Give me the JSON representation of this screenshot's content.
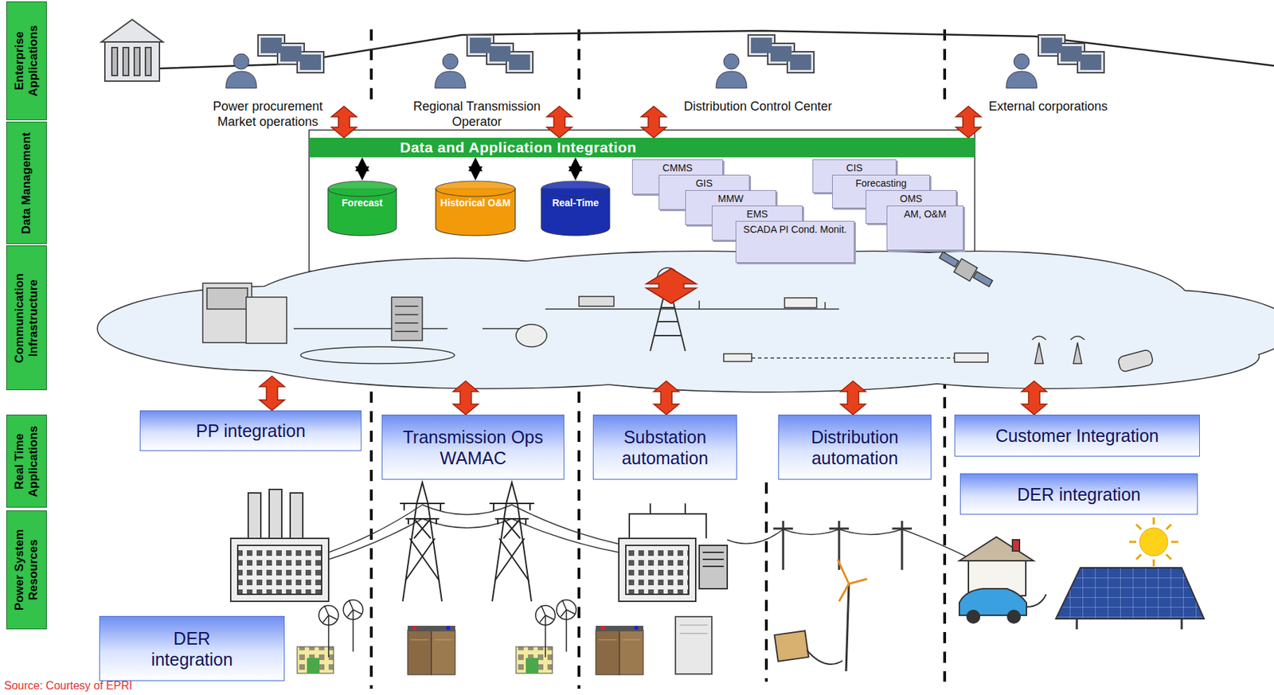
{
  "diagram": {
    "nodes": [
      {
        "text": [
          "Enterprise Applications"
        ]
      },
      {
        "text": [
          "Data Management"
        ]
      },
      {
        "text": [
          "Communication Infrastructure"
        ]
      },
      {
        "text": [
          "Real Time Applications"
        ]
      },
      {
        "text": [
          "Power System Resources"
        ]
      },
      {
        "text": [
          "Data and Application Integration"
        ]
      },
      {
        "text": [
          "Forecast"
        ]
      },
      {
        "text": [
          "Historical O&M"
        ]
      },
      {
        "text": [
          "Real-Time"
        ]
      },
      {
        "text": [
          "CMMS"
        ]
      },
      {
        "text": [
          "GIS"
        ]
      },
      {
        "text": [
          "MMW"
        ]
      },
      {
        "text": [
          "EMS"
        ]
      },
      {
        "text": [
          "SCADA PI Cond. Monit."
        ]
      },
      {
        "text": [
          "CIS"
        ]
      },
      {
        "text": [
          "Forecasting"
        ]
      },
      {
        "text": [
          "OMS"
        ]
      },
      {
        "text": [
          "AM, O&M"
        ]
      },
      {
        "text": [
          "PP integration"
        ]
      },
      {
        "text": [
          "Transmission Ops WAMAC"
        ]
      },
      {
        "text": [
          "Substation automation"
        ]
      },
      {
        "text": [
          "Distribution automation"
        ]
      },
      {
        "text": [
          "Customer Integration"
        ]
      },
      {
        "text": [
          "DER integration"
        ]
      },
      {
        "text": [
          "DER integration"
        ]
      }
    ],
    "edges": [
      {
        "from": 6,
        "to": 5,
        "arrow": "both"
      },
      {
        "from": 7,
        "to": 5,
        "arrow": "both"
      },
      {
        "from": 8,
        "to": 5,
        "arrow": "both"
      }
    ],
    "labels": [
      "Power procurement Market operations",
      "Regional Transmission Operator",
      "Distribution Control Center",
      "External corporations",
      "Source: Courtesy of EPRI"
    ]
  }
}
